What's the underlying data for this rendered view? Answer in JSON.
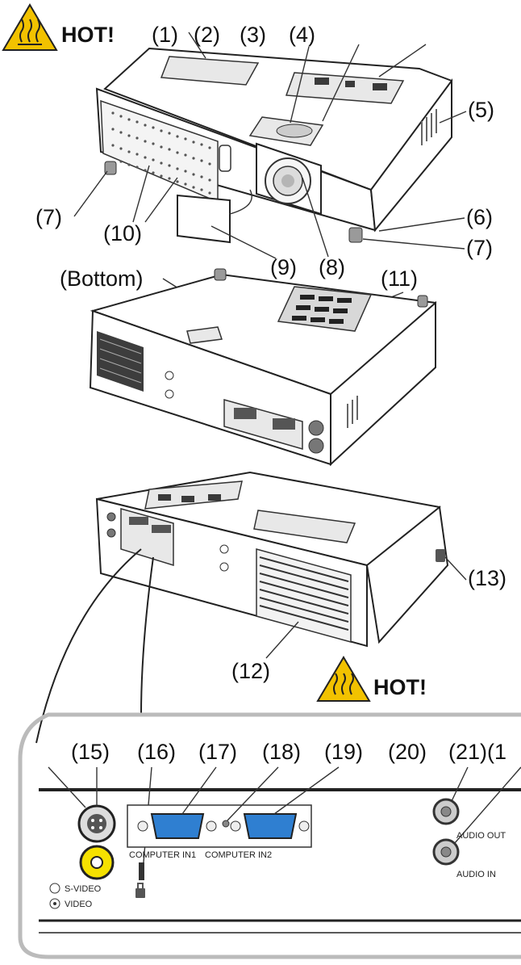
{
  "warnings": {
    "top_hot": "HOT!",
    "rear_hot": "HOT!"
  },
  "labels": {
    "l1": "(1)",
    "l2": "(2)",
    "l3": "(3)",
    "l4": "(4)",
    "l5": "(5)",
    "l6": "(6)",
    "l7a": "(7)",
    "l7b": "(7)",
    "l8": "(8)",
    "l9": "(9)",
    "l10": "(10)",
    "l11": "(11)",
    "l12": "(12)",
    "l13": "(13)",
    "bottom": "(Bottom)",
    "l15": "(15)",
    "l16": "(16)",
    "l17": "(17)",
    "l18": "(18)",
    "l19": "(19)",
    "l20": "(20)",
    "l21": "(21)(1"
  },
  "panel": {
    "computer_in1": "COMPUTER IN1",
    "computer_in2": "COMPUTER IN2",
    "audio_out": "AUDIO OUT",
    "audio_in": "AUDIO IN",
    "s_video": "S-VIDEO",
    "video": "VIDEO"
  },
  "colors": {
    "warning_yellow": "#f2c200",
    "vga_blue": "#2f7fd1",
    "video_yellow": "#f5e100"
  },
  "icons": [
    "heat-warning-icon",
    "kensington-lock-icon",
    "s-video-symbol-icon",
    "video-symbol-icon"
  ]
}
